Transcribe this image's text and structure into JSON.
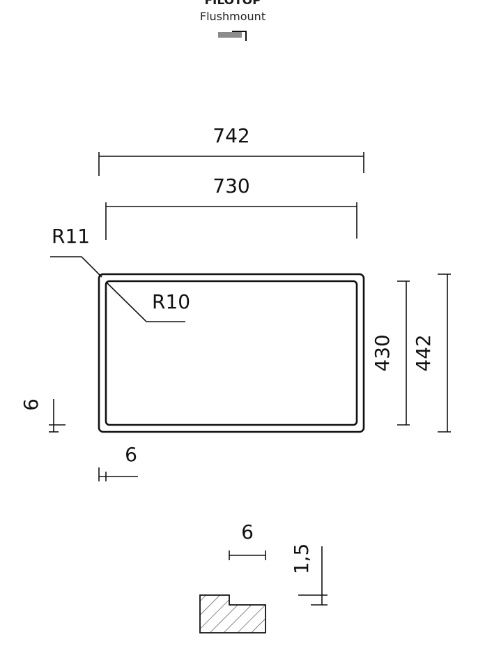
{
  "header": {
    "title": "FILOTOP",
    "subtitle": "Flushmount",
    "icon": "flushmount-profile-icon"
  },
  "top_view": {
    "outer_width": "742",
    "inner_width": "730",
    "outer_radius": "R11",
    "inner_radius": "R10",
    "inner_height": "430",
    "outer_height": "442",
    "rim_vertical": "6",
    "rim_horizontal": "6"
  },
  "section_view": {
    "step_width": "6",
    "step_depth": "1,5"
  },
  "colors": {
    "line": "#111111",
    "icon_gray": "#8c8c8c",
    "hatch": "#333333"
  }
}
